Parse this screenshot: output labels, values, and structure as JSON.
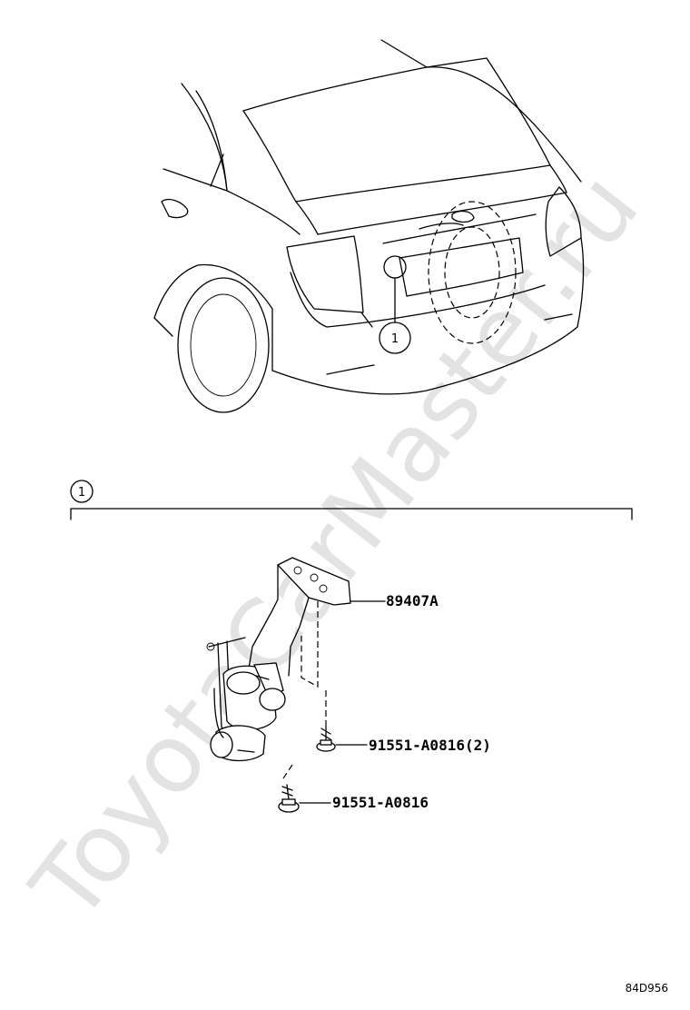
{
  "watermark": "ToyotaCarMaster.ru",
  "callout": {
    "number": "1"
  },
  "section_marker": {
    "number": "1"
  },
  "parts": [
    {
      "number": "89407A"
    },
    {
      "number": "91551-A0816(2)"
    },
    {
      "number": "91551-A0816"
    }
  ],
  "diagram_code": "84D956"
}
